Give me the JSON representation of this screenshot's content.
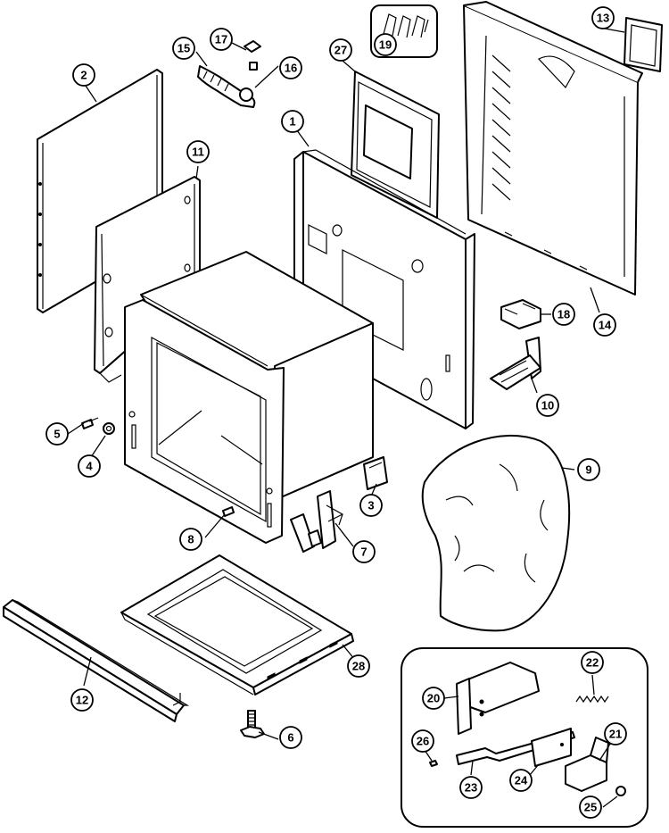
{
  "diagram": {
    "callouts": {
      "c1": "1",
      "c2": "2",
      "c3": "3",
      "c4": "4",
      "c5": "5",
      "c6": "6",
      "c7": "7",
      "c8": "8",
      "c9": "9",
      "c10": "10",
      "c11": "11",
      "c12": "12",
      "c13": "13",
      "c14": "14",
      "c15": "15",
      "c16": "16",
      "c17": "17",
      "c18": "18",
      "c19": "19",
      "c20": "20",
      "c21": "21",
      "c22": "22",
      "c23": "23",
      "c24": "24",
      "c25": "25",
      "c26": "26",
      "c27": "27",
      "c28": "28"
    }
  }
}
